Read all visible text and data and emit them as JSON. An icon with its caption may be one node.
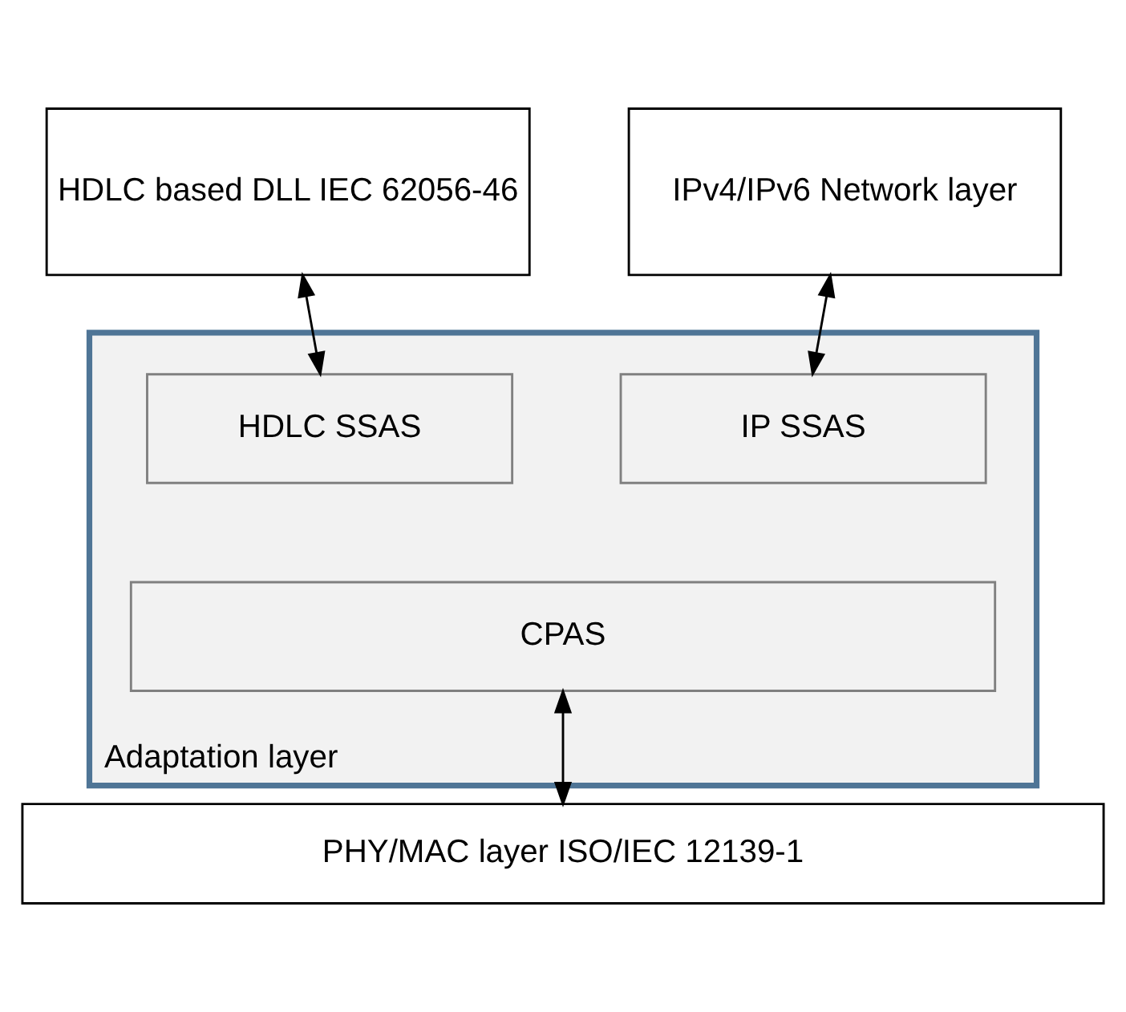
{
  "diagram": {
    "nodes": [
      {
        "text": [
          "HDLC based DLL IEC 62056-46"
        ]
      },
      {
        "text": [
          "IPv4/IPv6 Network layer"
        ]
      },
      {
        "text": [
          "Adaptation layer"
        ]
      },
      {
        "text": [
          "HDLC SSAS"
        ],
        "in": 2
      },
      {
        "text": [
          "IP SSAS"
        ],
        "in": 2
      },
      {
        "text": [
          "CPAS"
        ],
        "in": 2
      },
      {
        "text": [
          "PHY/MAC layer ISO/IEC 12139-1"
        ]
      }
    ],
    "edges": [
      {
        "from": 0,
        "to": 3,
        "arrow": "both"
      },
      {
        "from": 1,
        "to": 4,
        "arrow": "both"
      },
      {
        "from": 5,
        "to": 6,
        "arrow": "both"
      }
    ]
  }
}
